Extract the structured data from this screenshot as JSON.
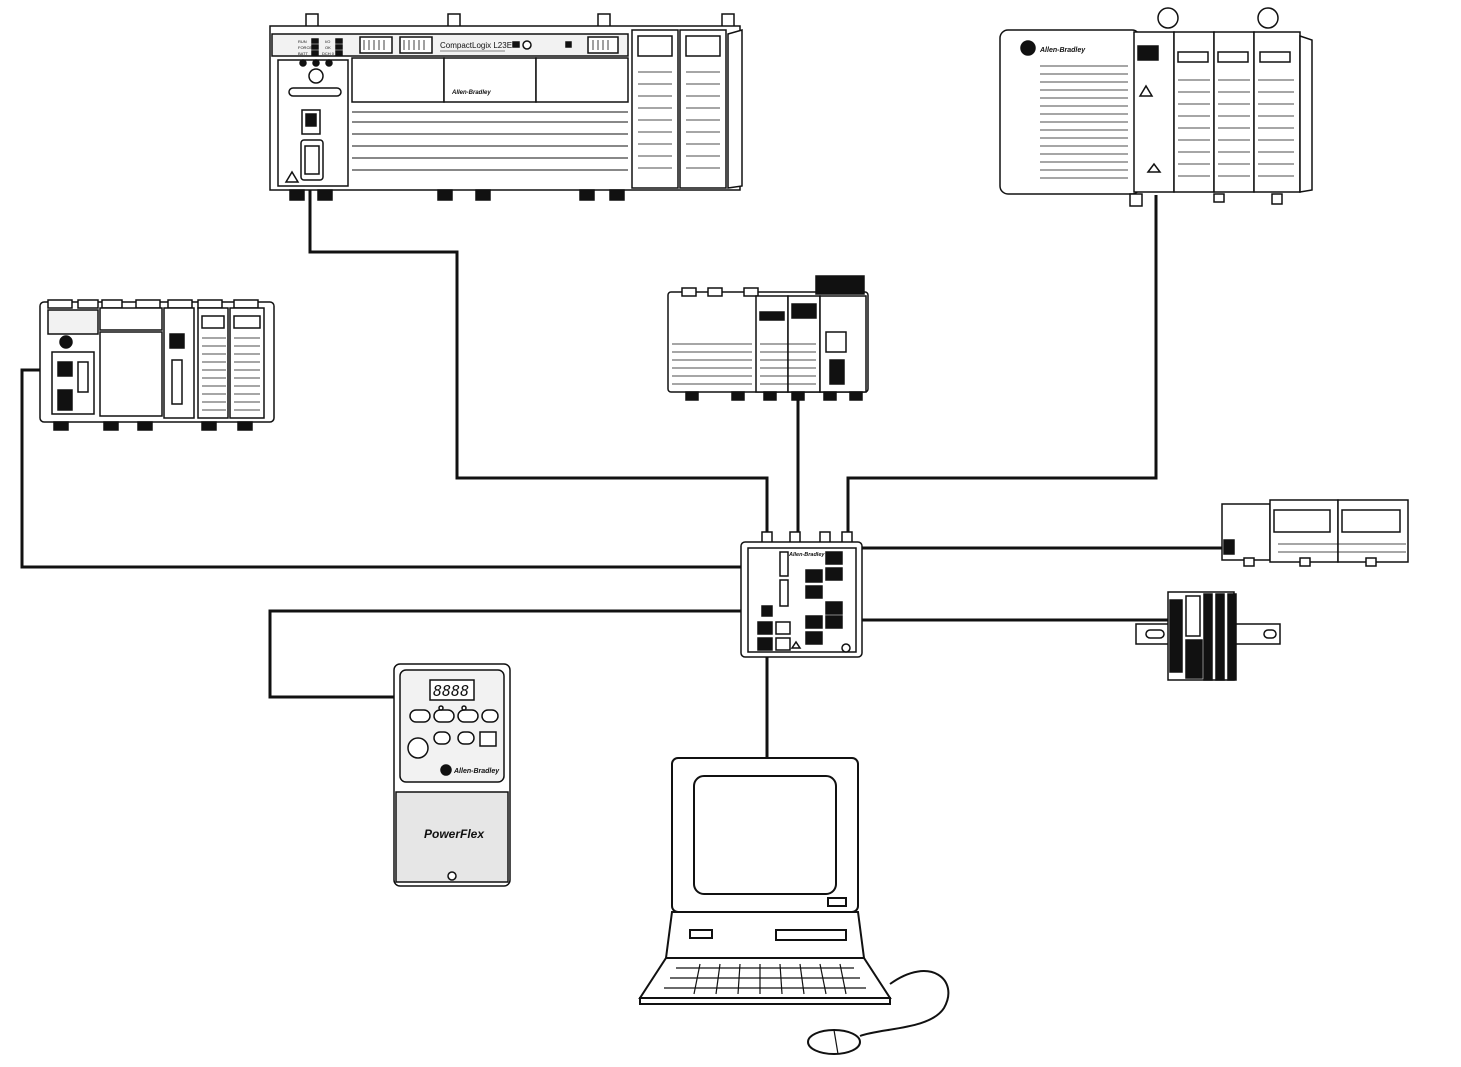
{
  "colors": {
    "stroke": "#111111",
    "panel": "#f2f2f2",
    "drive_lower": "#e6e6e6",
    "background": "#ffffff"
  },
  "devices": {
    "compactlogix": {
      "model_label": "CompactLogix L23E",
      "brand": "Allen-Bradley",
      "leds": [
        "RUN",
        "FORCE",
        "BATT",
        "I/O",
        "OK",
        "DCH 0"
      ]
    },
    "controllogix": {
      "brand": "Allen-Bradley"
    },
    "switch": {
      "brand": "Allen-Bradley"
    },
    "powerflex": {
      "display": "8888",
      "brand": "Allen-Bradley",
      "name": "PowerFlex"
    }
  },
  "icons": [
    "compactlogix-controller",
    "controllogix-chassis",
    "compact-io-chassis",
    "point-io-adapter",
    "ethernet-switch",
    "flex-io-rail",
    "din-rail-io",
    "powerflex-drive",
    "computer-workstation",
    "mouse"
  ]
}
